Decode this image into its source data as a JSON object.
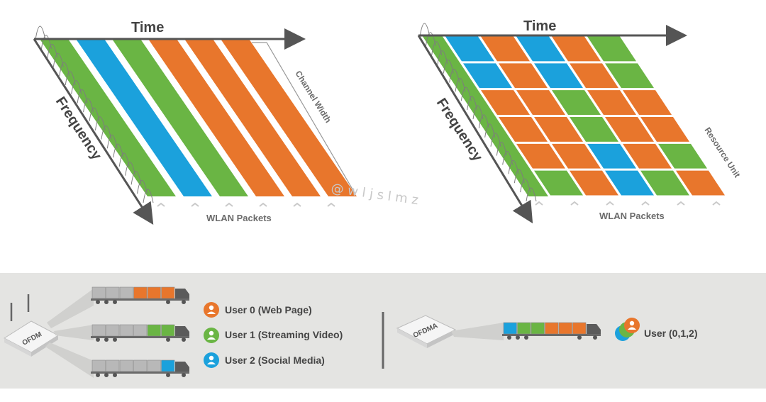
{
  "ofdm_diagram": {
    "time_label": "Time",
    "frequency_label": "Frequency",
    "packets_label": "WLAN Packets",
    "channel_width_label": "Channel Width",
    "watermark": "@ w l j s l m z",
    "stripe_colors": [
      "#6ab544",
      "#1ba1dc",
      "#6ab544",
      "#e8762c",
      "#e8762c",
      "#e8762c"
    ]
  },
  "ofdma_diagram": {
    "time_label": "Time",
    "frequency_label": "Frequency",
    "packets_label": "WLAN Packets",
    "resource_unit_label": "Resource Unit",
    "grid_colors": [
      [
        "#1ba1dc",
        "#e8762c",
        "#1ba1dc",
        "#e8762c",
        "#6ab544"
      ],
      [
        "#1ba1dc",
        "#e8762c",
        "#1ba1dc",
        "#e8762c",
        "#6ab544"
      ],
      [
        "#e8762c",
        "#e8762c",
        "#6ab544",
        "#e8762c",
        "#e8762c"
      ],
      [
        "#e8762c",
        "#e8762c",
        "#6ab544",
        "#e8762c",
        "#e8762c"
      ],
      [
        "#e8762c",
        "#e8762c",
        "#1ba1dc",
        "#e8762c",
        "#6ab544"
      ],
      [
        "#6ab544",
        "#e8762c",
        "#1ba1dc",
        "#6ab544",
        "#e8762c"
      ]
    ]
  },
  "legend": {
    "ofdm_label": "OFDM",
    "ofdma_label": "OFDMA",
    "users": [
      {
        "label": "User 0 (Web Page)",
        "color": "#e8762c"
      },
      {
        "label": "User 1 (Streaming Video)",
        "color": "#6ab544"
      },
      {
        "label": "User 2 (Social Media)",
        "color": "#1ba1dc"
      }
    ],
    "combined_user_label": "User (0,1,2)",
    "truck_loads": [
      [
        "#b8b8b8",
        "#b8b8b8",
        "#b8b8b8",
        "#e8762c",
        "#e8762c",
        "#e8762c"
      ],
      [
        "#b8b8b8",
        "#b8b8b8",
        "#b8b8b8",
        "#b8b8b8",
        "#6ab544",
        "#6ab544"
      ],
      [
        "#b8b8b8",
        "#b8b8b8",
        "#b8b8b8",
        "#b8b8b8",
        "#b8b8b8",
        "#1ba1dc"
      ]
    ],
    "ofdma_truck_load": [
      "#1ba1dc",
      "#6ab544",
      "#6ab544",
      "#e8762c",
      "#e8762c",
      "#e8762c"
    ]
  },
  "icons": [
    "user-icon",
    "wifi-router-icon",
    "truck-icon"
  ]
}
